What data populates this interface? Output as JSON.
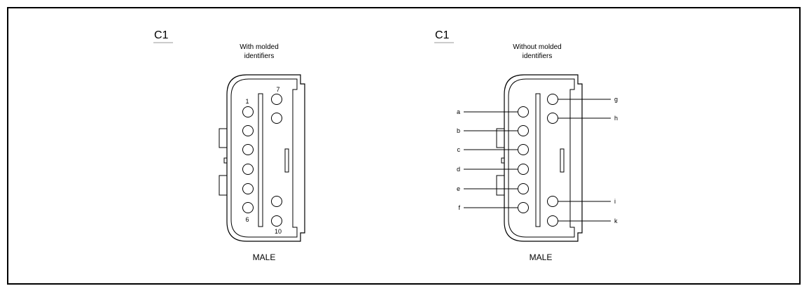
{
  "left": {
    "connector_id": "C1",
    "caption_line1": "With molded",
    "caption_line2": "identifiers",
    "gender": "MALE",
    "pin_first": "1",
    "pin_last_left": "6",
    "pin_top_right": "7",
    "pin_last": "10"
  },
  "right": {
    "connector_id": "C1",
    "caption_line1": "Without molded",
    "caption_line2": "identifiers",
    "gender": "MALE",
    "left_pins": [
      "a",
      "b",
      "c",
      "d",
      "e",
      "f"
    ],
    "right_pins": [
      "g",
      "h",
      "i",
      "k"
    ]
  },
  "colors": {
    "line": "#000000",
    "background": "#ffffff"
  }
}
